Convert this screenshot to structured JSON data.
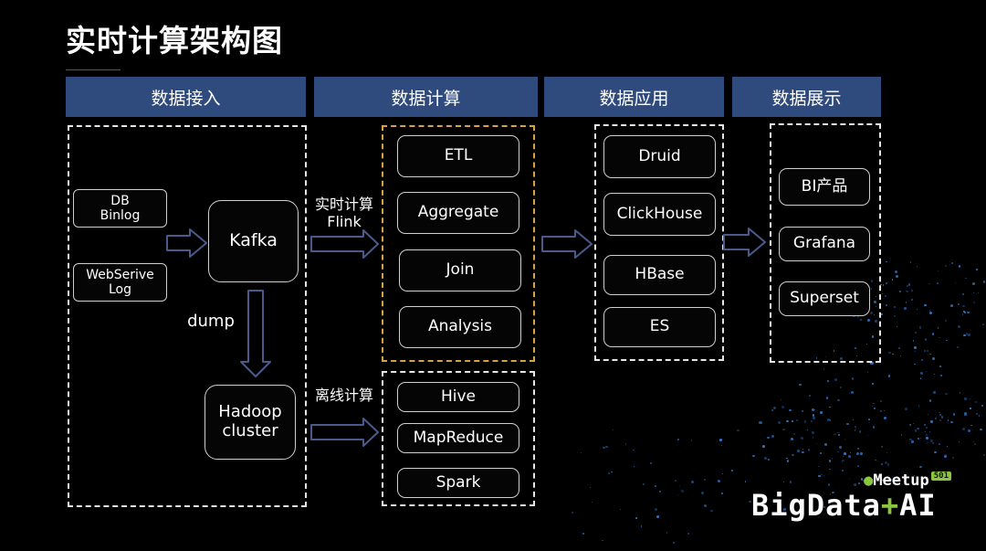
{
  "title": "实时计算架构图",
  "headers": {
    "ingest": "数据接入",
    "compute": "数据计算",
    "application": "数据应用",
    "display": "数据展示"
  },
  "ingest": {
    "db_binlog_line1": "DB",
    "db_binlog_line2": "Binlog",
    "webserive_line1": "WebSerive",
    "webserive_line2": "Log",
    "kafka": "Kafka",
    "dump": "dump",
    "hadoop_line1": "Hadoop",
    "hadoop_line2": "cluster"
  },
  "compute": {
    "realtime_label_line1": "实时计算",
    "realtime_label_line2": "Flink",
    "offline_label": "离线计算",
    "realtime_items": [
      "ETL",
      "Aggregate",
      "Join",
      "Analysis"
    ],
    "offline_items": [
      "Hive",
      "MapReduce",
      "Spark"
    ]
  },
  "application": {
    "items": [
      "Druid",
      "ClickHouse",
      "HBase",
      "ES"
    ]
  },
  "display": {
    "items": [
      "BI产品",
      "Grafana",
      "Superset"
    ]
  },
  "brand": {
    "line1": "Meetup",
    "badge": "501",
    "line2_a": "BigData",
    "line2_plus": "+",
    "line2_b": "AI"
  },
  "colors": {
    "header_bg": "#2f4a7c",
    "realtime_border": "#d9a243",
    "accent_green": "#8cc63e"
  }
}
